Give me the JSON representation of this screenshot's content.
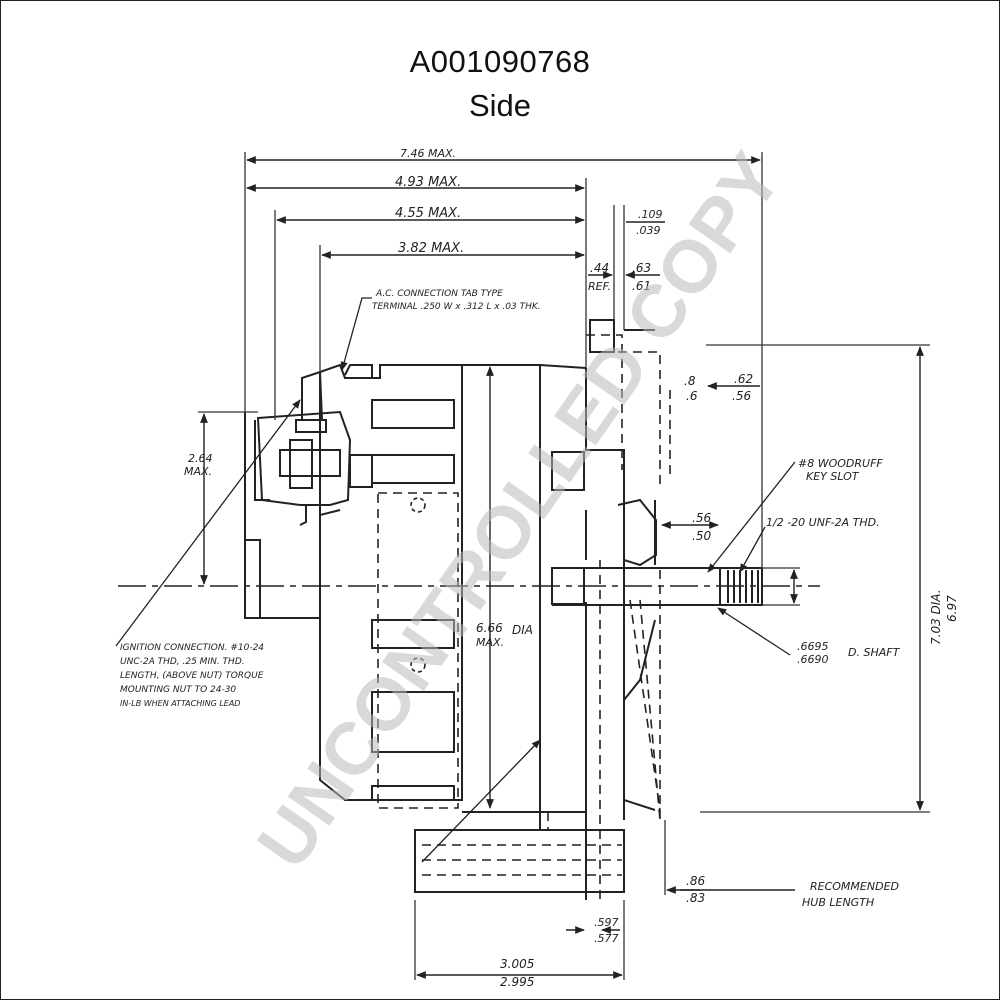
{
  "header": {
    "part_number": "A001090768",
    "view": "Side"
  },
  "watermark": "UNCONTROLLED COPY",
  "dimensions": {
    "overall_max": "7.46  MAX.",
    "d_493": "4.93  MAX.",
    "d_455": "4.55  MAX.",
    "d_382": "3.82  MAX.",
    "d_109": ".109",
    "d_039": ".039",
    "d_44": ".44",
    "d_ref": "REF.",
    "d_63": ".63",
    "d_61": ".61",
    "d_8": ".8",
    "d_6": ".6",
    "d_62": ".62",
    "d_56": ".56",
    "d_264": "2.64",
    "d_264_max": "MAX.",
    "d_666": "6.66",
    "d_666_max": "MAX.",
    "d_dia": "DIA",
    "d_56b": ".56",
    "d_50": ".50",
    "d_703": "7.03  DIA.",
    "d_697": "6.97",
    "d_6695": ".6695",
    "d_6690": ".6690",
    "d_shaft": "D. SHAFT",
    "d_86": ".86",
    "d_83": ".83",
    "d_597": ".597",
    "d_577": ".577",
    "d_3005": "3.005",
    "d_2995": "2.995"
  },
  "notes": {
    "ac_tab_1": "A.C. CONNECTION  TAB TYPE",
    "ac_tab_2": "TERMINAL .250 W x .312 L x .03 THK.",
    "woodruff_1": "#8 WOODRUFF",
    "woodruff_2": "KEY SLOT",
    "thread": "1/2 -20 UNF-2A THD.",
    "ignition_1": "IGNITION CONNECTION. #10-24",
    "ignition_2": "UNC-2A THD, .25 MIN. THD.",
    "ignition_3": "LENGTH, (ABOVE NUT) TORQUE",
    "ignition_4": "MOUNTING NUT  TO 24-30",
    "ignition_5": "IN-LB  WHEN ATTACHING LEAD",
    "hub_1": "RECOMMENDED",
    "hub_2": "HUB  LENGTH"
  }
}
